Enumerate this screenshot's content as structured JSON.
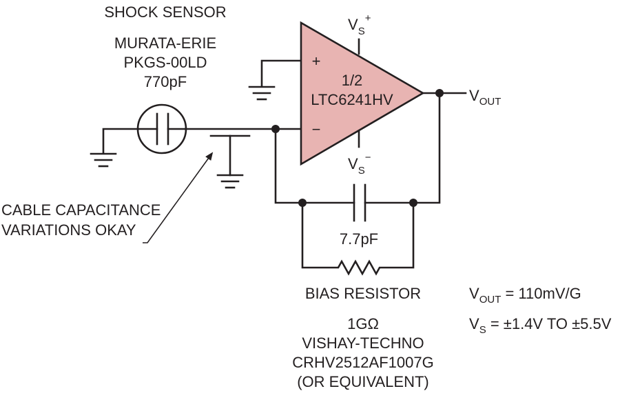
{
  "sensor": {
    "title": "SHOCK SENSOR",
    "maker": "MURATA-ERIE",
    "part": "PKGS-00LD",
    "capacitance": "770pF"
  },
  "amp": {
    "fraction": "1/2",
    "part": "LTC6241HV",
    "plus_symbol": "+",
    "minus_symbol": "−",
    "vs_plus": {
      "main": "V",
      "sub": "S",
      "sup": "+"
    },
    "vs_minus": {
      "main": "V",
      "sub": "S",
      "sup": "−"
    },
    "fill_color": "#e8b4b2"
  },
  "output": {
    "main": "V",
    "sub": "OUT"
  },
  "cable_note": {
    "line1": "CABLE CAPACITANCE",
    "line2": "VARIATIONS OKAY"
  },
  "feedback_cap": {
    "value": "7.7pF"
  },
  "bias_resistor": {
    "title": "BIAS RESISTOR",
    "value": "1GΩ",
    "maker": "VISHAY-TECHNO",
    "part": "CRHV2512AF1007G",
    "note": "(OR EQUIVALENT)"
  },
  "specs": {
    "gain": {
      "main": "V",
      "sub": "OUT",
      "rest": " = 110mV/G"
    },
    "supply": {
      "main": "V",
      "sub": "S",
      "rest": " = ±1.4V TO ±5.5V"
    }
  }
}
